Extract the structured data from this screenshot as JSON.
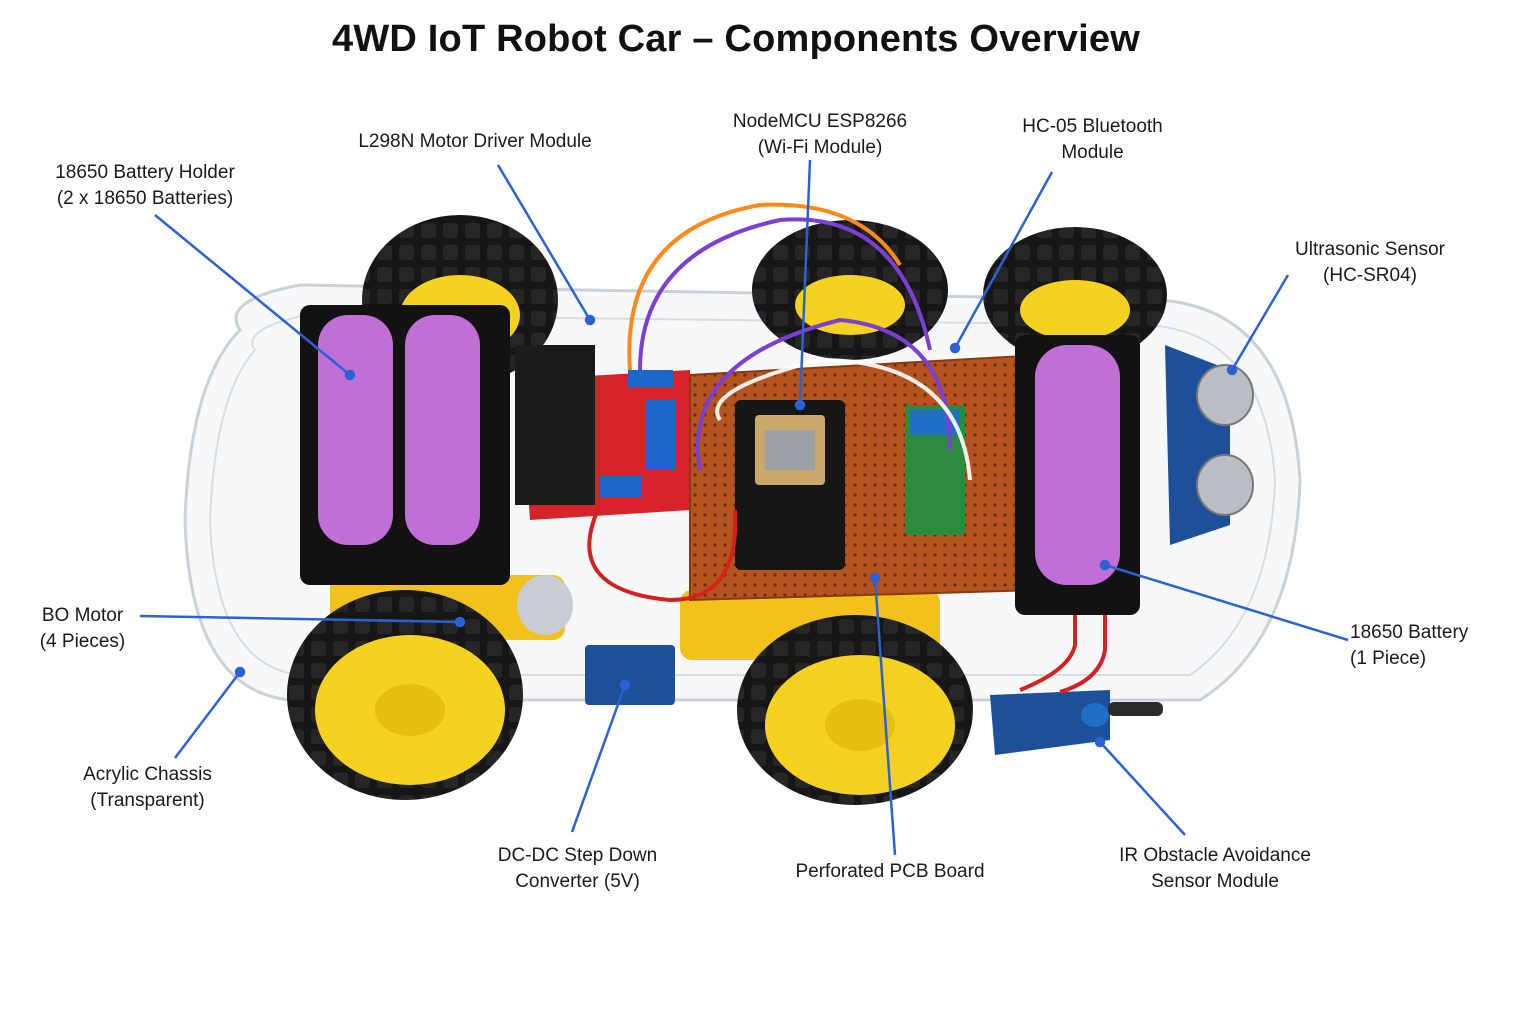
{
  "title": "4WD IoT Robot Car – Components Overview",
  "colors": {
    "leader": "#2a62d6",
    "wheel_tire": "#151515",
    "wheel_hub": "#f4d21f",
    "motor": "#f2c21a",
    "battery": "#c06fd6",
    "holder": "#121212",
    "pcb": "#b5541e",
    "driver_board": "#d8222a",
    "heatsink": "#1b1b1b",
    "blue_module": "#1d4f9a",
    "bt_module": "#2d8a3e",
    "chassis": "#e9eef2"
  },
  "labels": {
    "battery_holder": {
      "line1": "18650 Battery Holder",
      "line2": "(2 x 18650 Batteries)"
    },
    "motor_driver": {
      "line1": "L298N Motor Driver Module"
    },
    "nodemcu": {
      "line1": "NodeMCU ESP8266",
      "line2": "(Wi-Fi Module)"
    },
    "bluetooth": {
      "line1": "HC-05 Bluetooth",
      "line2": "Module"
    },
    "ultrasonic": {
      "line1": "Ultrasonic Sensor",
      "line2": "(HC-SR04)"
    },
    "bo_motor": {
      "line1": "BO Motor",
      "line2": "(4 Pieces)"
    },
    "battery_single": {
      "line1": "18650 Battery",
      "line2": "(1 Piece)"
    },
    "chassis": {
      "line1": "Acrylic Chassis",
      "line2": "(Transparent)"
    },
    "step_down": {
      "line1": "DC-DC Step Down",
      "line2": "Converter (5V)"
    },
    "pcb": {
      "line1": "Perforated PCB Board"
    },
    "ir_sensor": {
      "line1": "IR Obstacle Avoidance",
      "line2": "Sensor Module"
    }
  }
}
